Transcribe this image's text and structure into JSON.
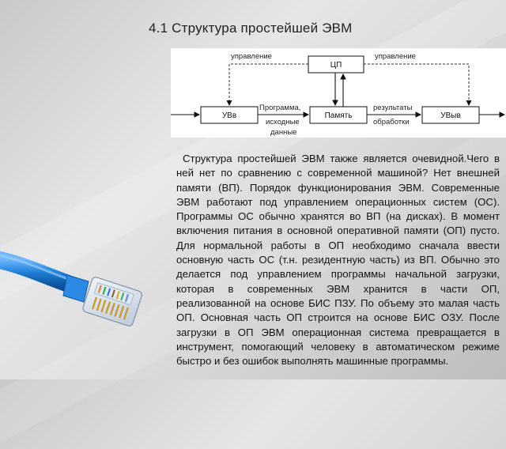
{
  "slide": {
    "title": "4.1 Структура простейшей ЭВМ",
    "body_text": "Структура простейшей ЭВМ также является очевидной.Чего в ней нет по сравнению с современной машиной? Нет внешней памяти (ВП). Порядок функционирования ЭВМ. Современные ЭВМ работают под управлением операционных систем (ОС). Программы ОС обычно хранятся во ВП (на дисках). В момент включения питания в основной оперативной памяти (ОП) пусто. Для нормальной работы в ОП необходимо сначала ввести основную часть ОС (т.н. резидентную часть) из ВП. Обычно это делается под управлением программы начальной загрузки, которая в современных ЭВМ хранится в части ОП, реализованной на основе БИС ПЗУ. По объему это малая часть ОП. Основная часть ОП строится на основе БИС ОЗУ.  После загрузки в ОП ЭВМ операционная система превращается в инструмент, помогающий человеку в автоматическом режиме быстро и без ошибок выполнять машинные программы."
  },
  "diagram": {
    "cpu_label": "ЦП",
    "input_label": "УВв",
    "memory_label": "Память",
    "output_label": "УВыв",
    "control_left": "управление",
    "control_right": "управление",
    "programs_line1": "Программа,",
    "programs_line2": "исходные",
    "programs_line3": "данные",
    "results_line1": "результаты",
    "results_line2": "обработки"
  },
  "decoration": {
    "image": "network-cable-rj45",
    "cable_color": "#1e7fd6"
  }
}
